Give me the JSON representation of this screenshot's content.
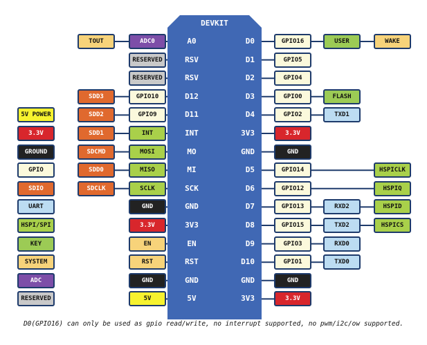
{
  "board_title": "DEVKIT",
  "colors": {
    "system": "#f7d37a",
    "adc": "#7d4ea8",
    "reserved": "#c9c9c9",
    "sdio": "#e0692e",
    "gpio": "#fbf9dc",
    "hspi": "#a9d04a",
    "key": "#9ccb55",
    "uart": "#bcdcf2",
    "v33": "#d8262c",
    "gnd": "#222222",
    "v5": "#f6f22f"
  },
  "rows": [
    {
      "lpin": "A0",
      "rpin": "D0",
      "left": [
        {
          "t": "TOUT",
          "c": "system"
        },
        {
          "t": "ADC0",
          "c": "adc"
        }
      ],
      "right": [
        {
          "t": "GPIO16",
          "c": "gpio"
        },
        {
          "t": "USER",
          "c": "key"
        },
        {
          "t": "WAKE",
          "c": "system"
        }
      ]
    },
    {
      "lpin": "RSV",
      "rpin": "D1",
      "left": [
        null,
        {
          "t": "RESERVED",
          "c": "reserved"
        }
      ],
      "right": [
        {
          "t": "GPIO5",
          "c": "gpio"
        }
      ]
    },
    {
      "lpin": "RSV",
      "rpin": "D2",
      "left": [
        null,
        {
          "t": "RESERVED",
          "c": "reserved"
        }
      ],
      "right": [
        {
          "t": "GPIO4",
          "c": "gpio"
        }
      ]
    },
    {
      "lpin": "D12",
      "rpin": "D3",
      "left": [
        {
          "t": "SDD3",
          "c": "sdio"
        },
        {
          "t": "GPIO10",
          "c": "gpio"
        }
      ],
      "right": [
        {
          "t": "GPIO0",
          "c": "gpio"
        },
        {
          "t": "FLASH",
          "c": "key"
        }
      ]
    },
    {
      "lpin": "D11",
      "rpin": "D4",
      "left": [
        {
          "t": "SDD2",
          "c": "sdio"
        },
        {
          "t": "GPIO9",
          "c": "gpio"
        }
      ],
      "right": [
        {
          "t": "GPIO2",
          "c": "gpio"
        },
        {
          "t": "TXD1",
          "c": "uart"
        }
      ]
    },
    {
      "lpin": "INT",
      "rpin": "3V3",
      "left": [
        {
          "t": "SDD1",
          "c": "sdio"
        },
        {
          "t": "INT",
          "c": "hspi"
        }
      ],
      "right": [
        {
          "t": "3.3V",
          "c": "v33"
        }
      ]
    },
    {
      "lpin": "MO",
      "rpin": "GND",
      "left": [
        {
          "t": "SDCMD",
          "c": "sdio"
        },
        {
          "t": "MOSI",
          "c": "hspi"
        }
      ],
      "right": [
        {
          "t": "GND",
          "c": "gnd"
        }
      ]
    },
    {
      "lpin": "MI",
      "rpin": "D5",
      "left": [
        {
          "t": "SDD0",
          "c": "sdio"
        },
        {
          "t": "MISO",
          "c": "hspi"
        }
      ],
      "right": [
        {
          "t": "GPIO14",
          "c": "gpio"
        },
        null,
        {
          "t": "HSPICLK",
          "c": "hspi"
        }
      ]
    },
    {
      "lpin": "SCK",
      "rpin": "D6",
      "left": [
        {
          "t": "SDCLK",
          "c": "sdio"
        },
        {
          "t": "SCLK",
          "c": "hspi"
        }
      ],
      "right": [
        {
          "t": "GPIO12",
          "c": "gpio"
        },
        null,
        {
          "t": "HSPIQ",
          "c": "hspi"
        }
      ]
    },
    {
      "lpin": "GND",
      "rpin": "D7",
      "left": [
        null,
        {
          "t": "GND",
          "c": "gnd"
        }
      ],
      "right": [
        {
          "t": "GPIO13",
          "c": "gpio"
        },
        {
          "t": "RXD2",
          "c": "uart"
        },
        {
          "t": "HSPID",
          "c": "hspi"
        }
      ]
    },
    {
      "lpin": "3V3",
      "rpin": "D8",
      "left": [
        null,
        {
          "t": "3.3V",
          "c": "v33"
        }
      ],
      "right": [
        {
          "t": "GPIO15",
          "c": "gpio"
        },
        {
          "t": "TXD2",
          "c": "uart"
        },
        {
          "t": "HSPICS",
          "c": "hspi"
        }
      ]
    },
    {
      "lpin": "EN",
      "rpin": "D9",
      "left": [
        null,
        {
          "t": "EN",
          "c": "system"
        }
      ],
      "right": [
        {
          "t": "GPIO3",
          "c": "gpio"
        },
        {
          "t": "RXD0",
          "c": "uart"
        }
      ]
    },
    {
      "lpin": "RST",
      "rpin": "D10",
      "left": [
        null,
        {
          "t": "RST",
          "c": "system"
        }
      ],
      "right": [
        {
          "t": "GPIO1",
          "c": "gpio"
        },
        {
          "t": "TXD0",
          "c": "uart"
        }
      ]
    },
    {
      "lpin": "GND",
      "rpin": "GND",
      "left": [
        null,
        {
          "t": "GND",
          "c": "gnd"
        }
      ],
      "right": [
        {
          "t": "GND",
          "c": "gnd"
        }
      ]
    },
    {
      "lpin": "5V",
      "rpin": "3V3",
      "left": [
        null,
        {
          "t": "5V",
          "c": "v5"
        }
      ],
      "right": [
        {
          "t": "3.3V",
          "c": "v33"
        }
      ]
    }
  ],
  "legend": [
    {
      "t": "5V POWER",
      "c": "v5"
    },
    {
      "t": "3.3V",
      "c": "v33"
    },
    {
      "t": "GROUND",
      "c": "gnd"
    },
    {
      "t": "GPIO",
      "c": "gpio"
    },
    {
      "t": "SDIO",
      "c": "sdio"
    },
    {
      "t": "UART",
      "c": "uart"
    },
    {
      "t": "HSPI/SPI",
      "c": "hspi"
    },
    {
      "t": "KEY",
      "c": "key"
    },
    {
      "t": "SYSTEM",
      "c": "system"
    },
    {
      "t": "ADC",
      "c": "adc"
    },
    {
      "t": "RESERVED",
      "c": "reserved"
    }
  ],
  "note": "D0(GPIO16) can only be used as gpio read/write, no interrupt supported, no pwm/i2c/ow supported."
}
